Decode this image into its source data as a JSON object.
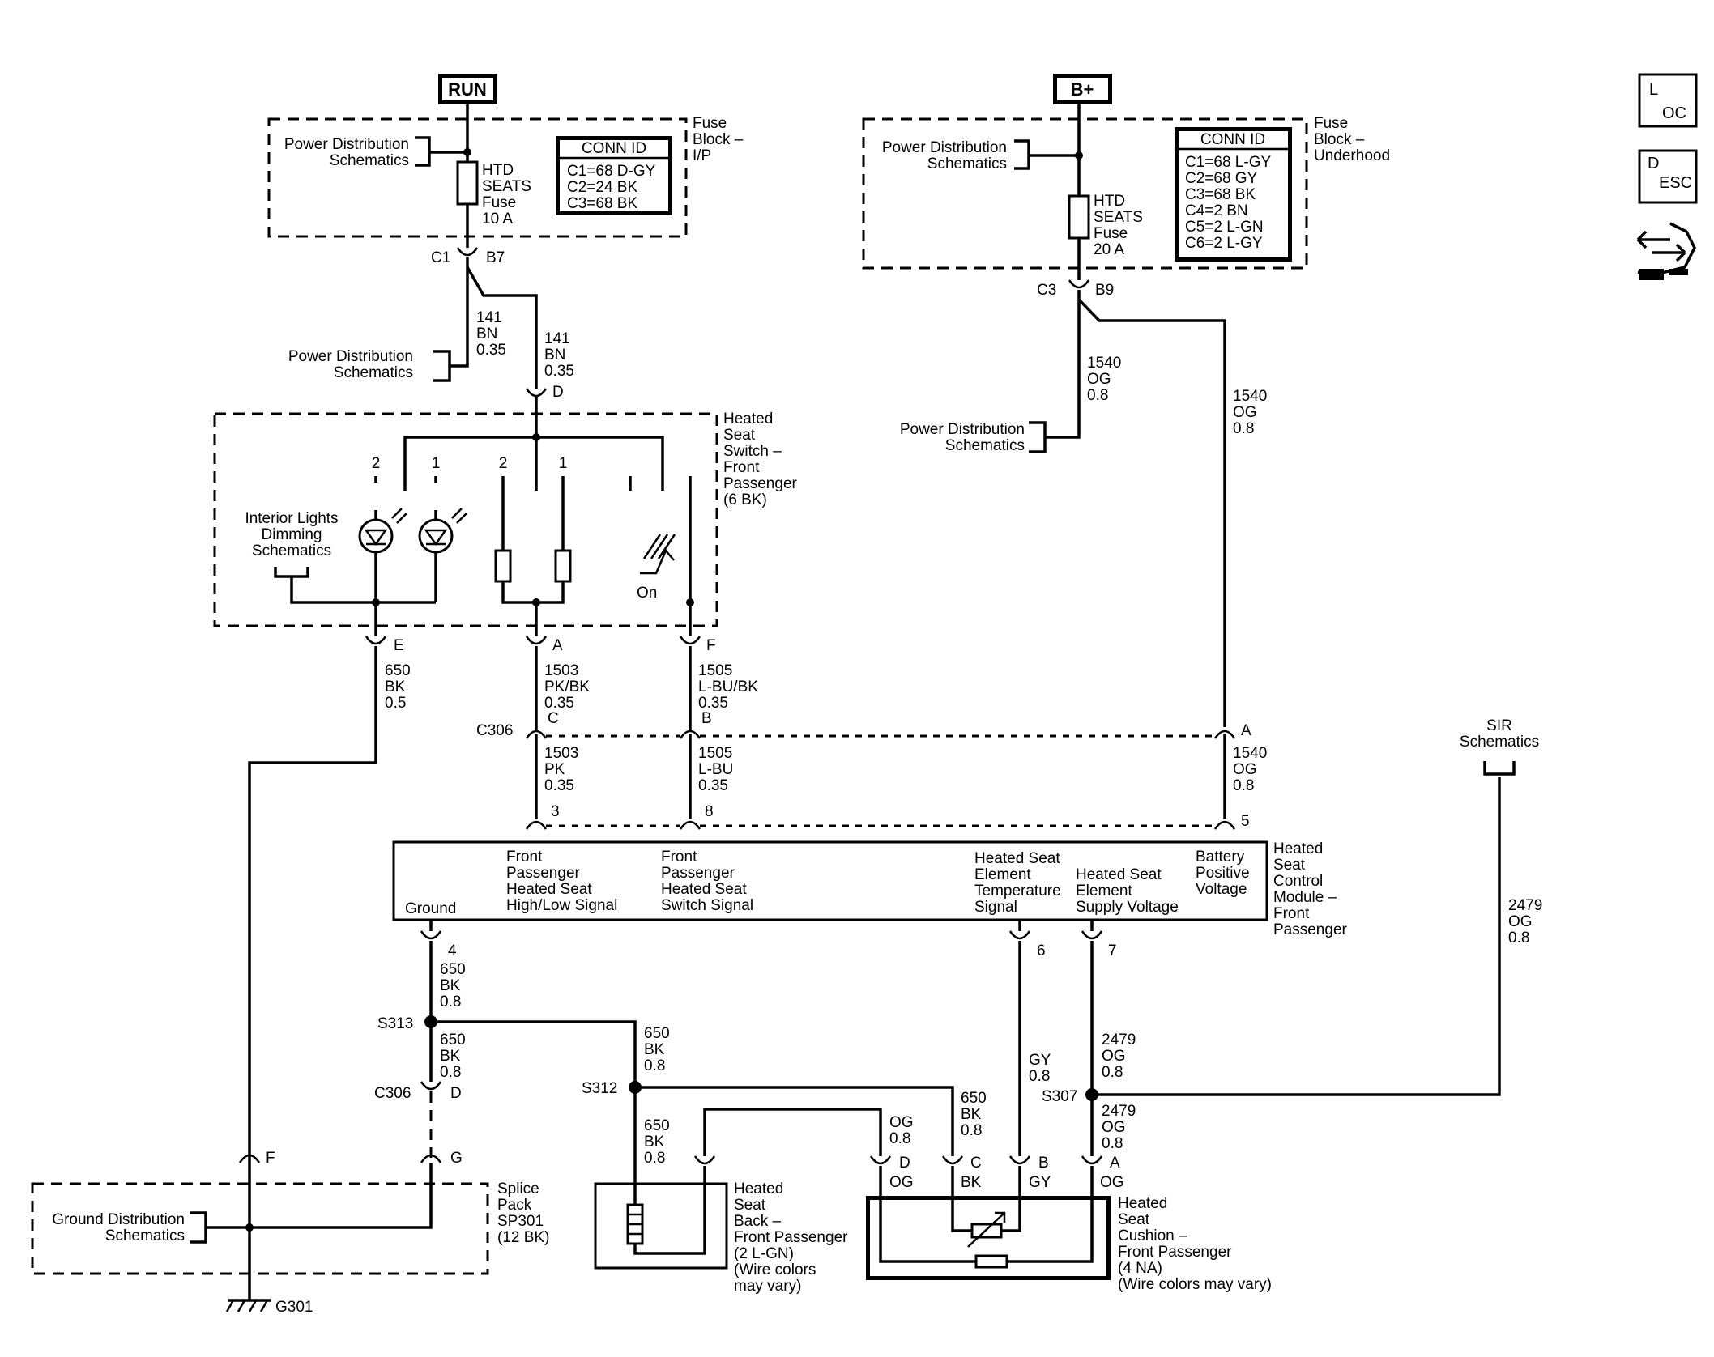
{
  "sources": {
    "run": "RUN",
    "bplus": "B+"
  },
  "icons": {
    "loc_big": "L",
    "loc_small": "OC",
    "desc_big": "D",
    "desc_small": "ESC",
    "connector_icon": "connector-icon"
  },
  "fuse_ip": {
    "title": [
      "Fuse",
      "Block –",
      "I/P"
    ],
    "pds": [
      "Power Distribution",
      "Schematics"
    ],
    "fuse": [
      "HTD",
      "SEATS",
      "Fuse",
      "10 A"
    ],
    "conn_title": "CONN ID",
    "conn": [
      "C1=68 D-GY",
      "C2=24 BK",
      "C3=68 BK"
    ],
    "c_left": "C1",
    "c_right": "B7"
  },
  "fuse_uh": {
    "title": [
      "Fuse",
      "Block –",
      "Underhood"
    ],
    "pds": [
      "Power Distribution",
      "Schematics"
    ],
    "fuse": [
      "HTD",
      "SEATS",
      "Fuse",
      "20 A"
    ],
    "conn_title": "CONN ID",
    "conn": [
      "C1=68 L-GY",
      "C2=68 GY",
      "C3=68 BK",
      "C4=2 BN",
      "C5=2 L-GN",
      "C6=2 L-GY"
    ],
    "c_left": "C3",
    "c_right": "B9"
  },
  "wires": {
    "w141_left": [
      "141",
      "BN",
      "0.35"
    ],
    "w141_right": [
      "141",
      "BN",
      "0.35"
    ],
    "pds_141": [
      "Power Distribution",
      "Schematics"
    ],
    "w1540_top": [
      "1540",
      "OG",
      "0.8"
    ],
    "pds_1540": [
      "Power Distribution",
      "Schematics"
    ],
    "w1540_right": [
      "1540",
      "OG",
      "0.8"
    ],
    "w650_e": [
      "650",
      "BK",
      "0.5"
    ],
    "w1503_a": [
      "1503",
      "PK/BK",
      "0.35"
    ],
    "w1505_f": [
      "1505",
      "L-BU/BK",
      "0.35"
    ],
    "w1503_3": [
      "1503",
      "PK",
      "0.35"
    ],
    "w1505_8": [
      "1505",
      "L-BU",
      "0.35"
    ],
    "w1540_5": [
      "1540",
      "OG",
      "0.8"
    ],
    "w650_4": [
      "650",
      "BK",
      "0.8"
    ],
    "w650_s313": [
      "650",
      "BK",
      "0.8"
    ],
    "w650_s312a": [
      "650",
      "BK",
      "0.8"
    ],
    "w650_s312b": [
      "650",
      "BK",
      "0.8"
    ],
    "w650_c": [
      "650",
      "BK",
      "0.8"
    ],
    "wog_d": [
      "OG",
      "0.8"
    ],
    "wgy_6": [
      "GY",
      "0.8"
    ],
    "w2479_7": [
      "2479",
      "OG",
      "0.8"
    ],
    "w2479_a": [
      "2479",
      "OG",
      "0.8"
    ],
    "w2479_sir": [
      "2479",
      "OG",
      "0.8"
    ]
  },
  "switch": {
    "title": [
      "Heated",
      "Seat",
      "Switch –",
      "Front",
      "Passenger",
      "(6 BK)"
    ],
    "pin_d": "D",
    "pin_e": "E",
    "pin_a": "A",
    "pin_f": "F",
    "nums": [
      "2",
      "1",
      "2",
      "1"
    ],
    "ild": [
      "Interior Lights",
      "Dimming",
      "Schematics"
    ],
    "on": "On"
  },
  "c306": {
    "label": "C306",
    "pin_c": "C",
    "pin_b": "B",
    "pin_a": "A",
    "pin_d": "D"
  },
  "module": {
    "title": [
      "Heated",
      "Seat",
      "Control",
      "Module –",
      "Front",
      "Passenger"
    ],
    "ground": "Ground",
    "hilo": [
      "Front",
      "Passenger",
      "Heated Seat",
      "High/Low Signal"
    ],
    "switch_sig": [
      "Front",
      "Passenger",
      "Heated Seat",
      "Switch Signal"
    ],
    "temp": [
      "Heated Seat",
      "Element",
      "Temperature",
      "Signal"
    ],
    "supply": [
      "Heated Seat",
      "Element",
      "Supply Voltage"
    ],
    "battery": [
      "Battery",
      "Positive",
      "Voltage"
    ],
    "pins": {
      "p3": "3",
      "p8": "8",
      "p5": "5",
      "p4": "4",
      "p6": "6",
      "p7": "7"
    }
  },
  "splices": {
    "s313": "S313",
    "s312": "S312",
    "s307": "S307"
  },
  "sir": [
    "SIR",
    "Schematics"
  ],
  "splice_pack": {
    "title": [
      "Splice",
      "Pack",
      "SP301",
      "(12 BK)"
    ],
    "gds": [
      "Ground Distribution",
      "Schematics"
    ],
    "pin_f": "F",
    "pin_g": "G",
    "ground": "G301"
  },
  "seat_back": [
    "Heated",
    "Seat",
    "Back –",
    "Front Passenger",
    "(2 L-GN)",
    "(Wire colors",
    "may vary)"
  ],
  "cushion": {
    "title": [
      "Heated",
      "Seat",
      "Cushion –",
      "Front Passenger",
      "(4 NA)",
      "(Wire colors may vary)"
    ],
    "pins": [
      "D",
      "C",
      "B",
      "A"
    ],
    "colors": [
      "OG",
      "BK",
      "GY",
      "OG"
    ]
  }
}
